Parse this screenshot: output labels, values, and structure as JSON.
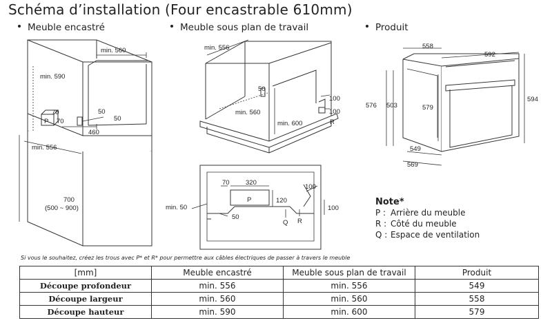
{
  "title": "Schéma d’installation (Four encastrable 610mm)",
  "sections": [
    "Meuble encastré",
    "Meuble sous plan de travail",
    "Produit"
  ],
  "d1": {
    "l560": "min. 560",
    "l590": "min. 590",
    "l70": "70",
    "l70b": "70",
    "P": "P",
    "l50a": "50",
    "l50b": "50",
    "l460": "460",
    "l556": "min. 556",
    "l700": "700",
    "l700r": "(500 ~ 900)"
  },
  "d2": {
    "l556": "min. 556",
    "l50": "50",
    "l560": "min. 560",
    "l600": "min. 600",
    "l100a": "100",
    "l100b": "100",
    "R": "R"
  },
  "d3": {
    "l70": "70",
    "l320": "320",
    "l100": "100",
    "P": "P",
    "l120": "120",
    "l100b": "100",
    "lmin50": "min. 50",
    "l50": "50",
    "Q": "Q",
    "R": "R"
  },
  "d4": {
    "l558": "558",
    "l592": "592",
    "l576": "576",
    "l503": "503",
    "l579": "579",
    "l594": "594",
    "l549": "549",
    "l569": "569"
  },
  "note": {
    "title": "Note*",
    "rows": [
      {
        "k": "P :",
        "v": "Arrière du meuble"
      },
      {
        "k": "R :",
        "v": "Côté du meuble"
      },
      {
        "k": "Q :",
        "v": "Espace de ventilation"
      }
    ]
  },
  "footnote": "Si vous le souhaitez, créez les trous avec P* et R* pour permettre aux câbles électriques de passer à travers le meuble",
  "table": {
    "headers": [
      "[mm]",
      "Meuble encastré",
      "Meuble sous plan de travail",
      "Produit"
    ],
    "rows": [
      [
        "Découpe profondeur",
        "min. 556",
        "min. 556",
        "549"
      ],
      [
        "Découpe largeur",
        "min. 560",
        "min. 560",
        "558"
      ],
      [
        "Découpe hauteur",
        "min. 590",
        "min. 600",
        "579"
      ]
    ]
  }
}
